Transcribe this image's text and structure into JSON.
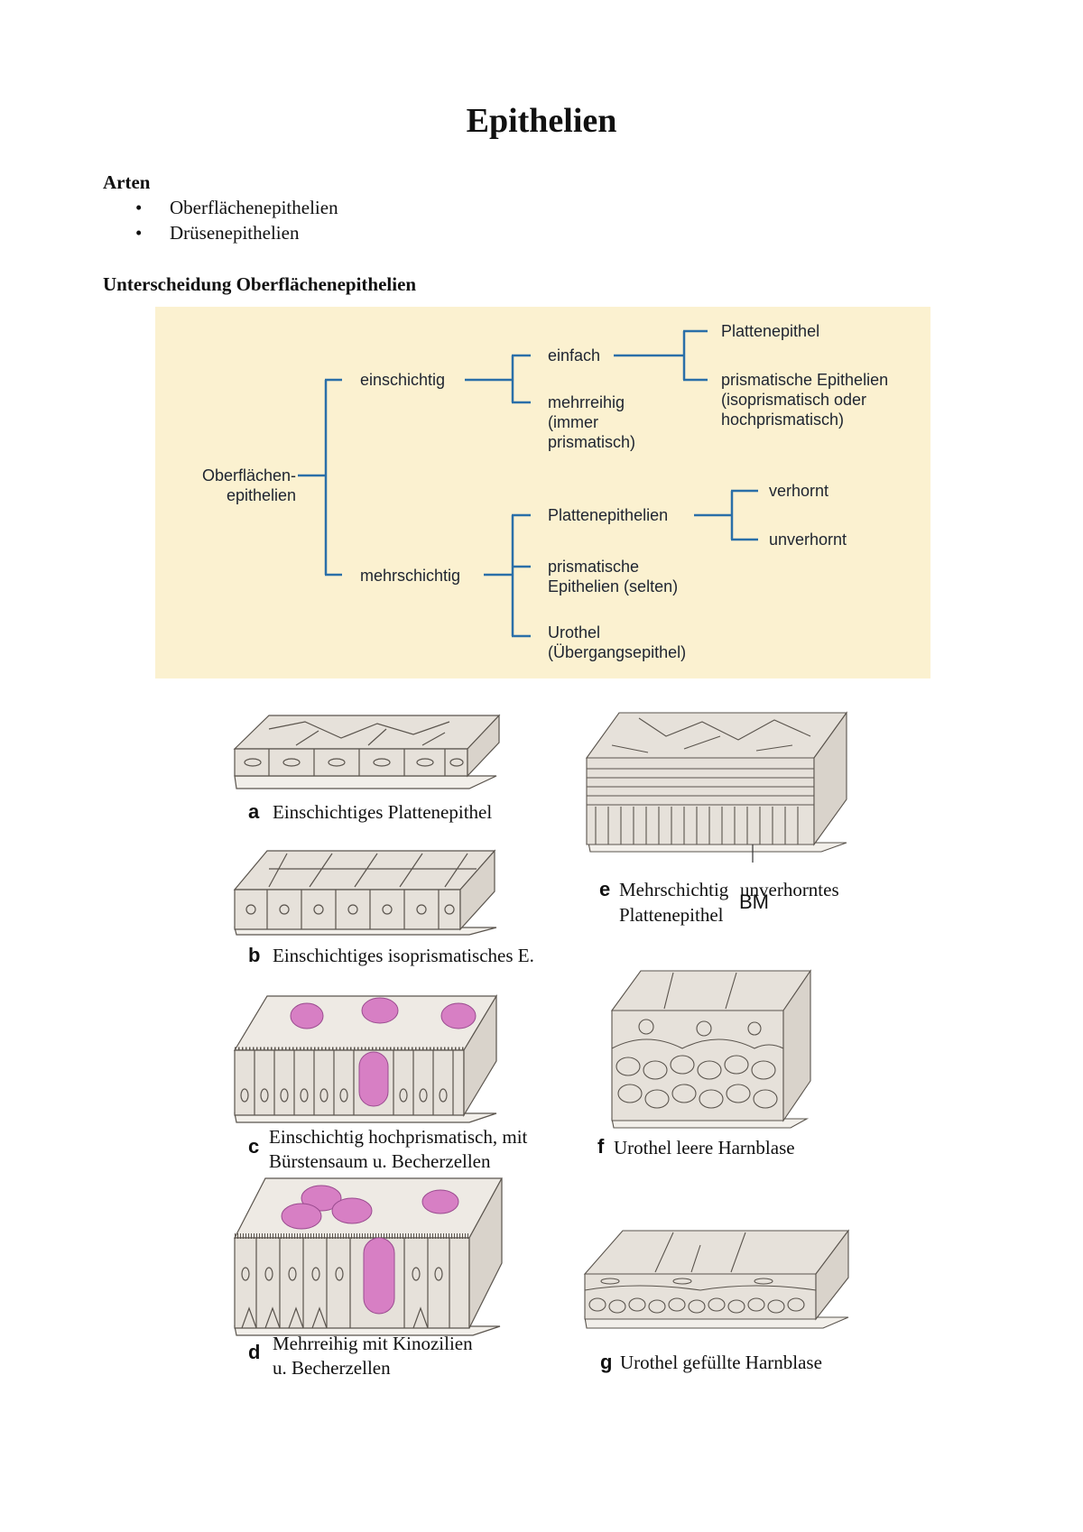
{
  "title": "Epithelien",
  "arten": {
    "heading": "Arten",
    "bullet_glyph": "•",
    "items": [
      "Oberflächenepithelien",
      "Drüsenepithelien"
    ]
  },
  "unterscheidung_heading": "Unterscheidung Oberflächenepithelien",
  "tree": {
    "root": "Oberflächen-\nepithelien",
    "einschichtig": "einschichtig",
    "mehrschichtig": "mehrschichtig",
    "einfach": "einfach",
    "mehrreihig": "mehrreihig\n(immer\nprismatisch)",
    "plattenepithel": "Plattenepithel",
    "prismatische_epithelien": "prismatische Epithelien\n(isoprismatisch oder\nhochprismatisch)",
    "plattenepithelien": "Plattenepithelien",
    "prismatische_selten": "prismatische\nEpithelien (selten)",
    "urothel": "Urothel\n(Übergangsepithel)",
    "verhornt": "verhornt",
    "unverhornt": "unverhornt",
    "colors": {
      "background": "#fbf1d0",
      "lines": "#2a6fa8"
    }
  },
  "figures": {
    "a": {
      "letter": "a",
      "caption": "Einschichtiges Plattenepithel"
    },
    "b": {
      "letter": "b",
      "caption": "Einschichtiges isoprismatisches E."
    },
    "c": {
      "letter": "c",
      "caption": "Einschichtig hochprismatisch, mit\nBürstensaum u. Becherzellen"
    },
    "d": {
      "letter": "d",
      "caption": "Mehrreihig mit Kinozilien\nu. Becherzellen"
    },
    "e": {
      "letter": "e",
      "caption_line1": "Mehrschichtig",
      "caption_line1b": "unverhorntes",
      "caption_line2": "Plattenepithel",
      "bm_label": "BM"
    },
    "f": {
      "letter": "f",
      "caption": "Urothel leere Harnblase"
    },
    "g": {
      "letter": "g",
      "caption": "Urothel gefüllte Harnblase"
    }
  },
  "colors": {
    "cell_fill": "#e6e1da",
    "cell_stroke": "#5a544d",
    "goblet": "#d77fc4"
  }
}
